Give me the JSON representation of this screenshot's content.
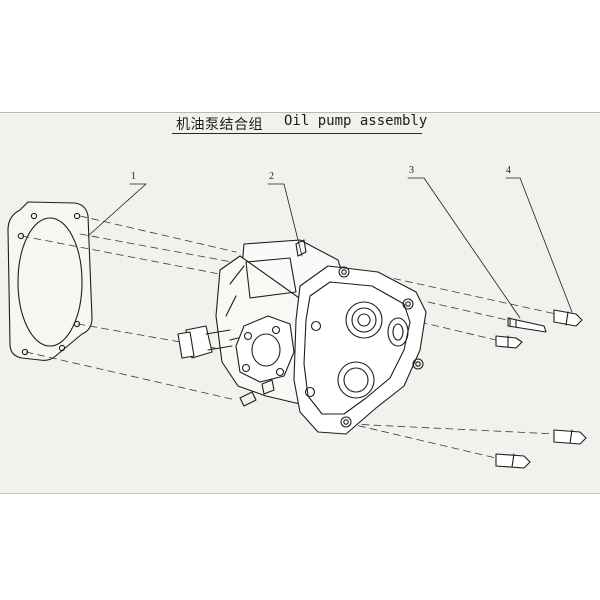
{
  "title": {
    "cn": "机油泵结合组",
    "en": "Oil pump assembly"
  },
  "callouts": [
    {
      "id": 1,
      "label": "1"
    },
    {
      "id": 2,
      "label": "2"
    },
    {
      "id": 3,
      "label": "3"
    },
    {
      "id": 4,
      "label": "4"
    }
  ],
  "parts": {
    "1": "gasket-icon",
    "2": "oil-pump-body-icon",
    "3": "dowel-pin-icon",
    "4": "bolt-icon"
  }
}
